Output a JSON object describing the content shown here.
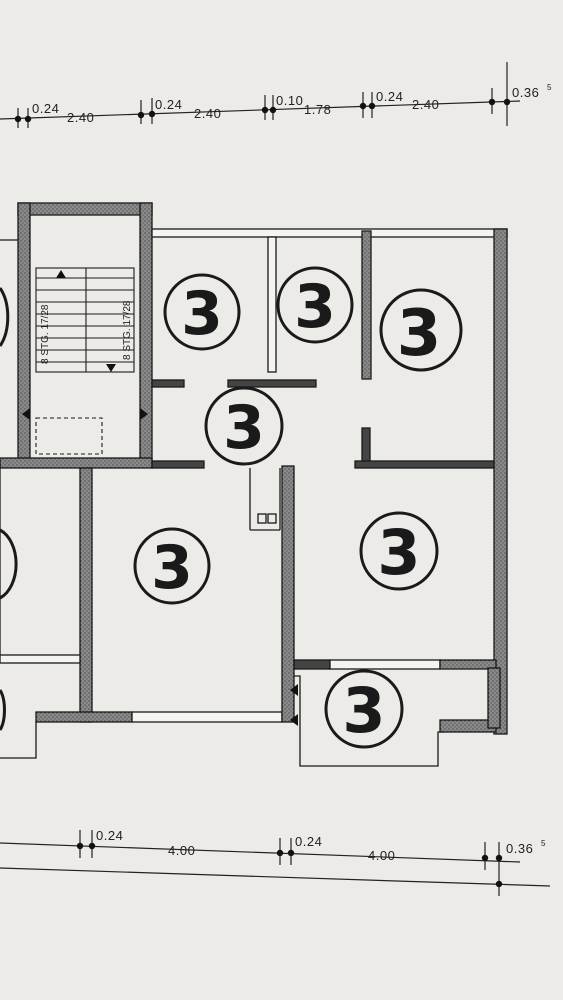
{
  "top_dimensions": {
    "labels": [
      "0.24",
      "2.40",
      "0.24",
      "2.40",
      "0.10",
      "1.78",
      "0.24",
      "2.40",
      "0.36"
    ],
    "superscript": "5"
  },
  "bottom_dimensions": {
    "labels": [
      "0.24",
      "4.00",
      "0.24",
      "4.00",
      "0.36"
    ],
    "superscript": "5"
  },
  "stair_labels": {
    "left": "8 STG. 17/28",
    "right": "8 STG. 17/28"
  },
  "rooms": [
    {
      "number": "3"
    },
    {
      "number": "3"
    },
    {
      "number": "3"
    },
    {
      "number": "3"
    },
    {
      "number": "3"
    },
    {
      "number": "3"
    },
    {
      "number": "3"
    }
  ],
  "colors": {
    "paper": "#ecebe8",
    "ink": "#1a1a1a",
    "wall_fill": "#7a7a7a"
  }
}
